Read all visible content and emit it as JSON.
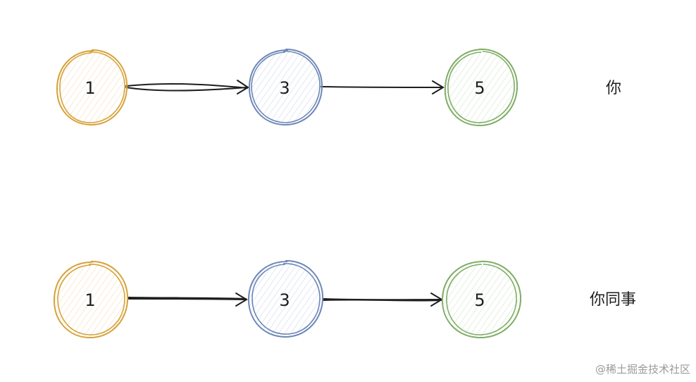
{
  "rows": [
    {
      "label": "你",
      "nodes": [
        {
          "value": "1",
          "stroke": "#d6a23a",
          "fill": "#fcefdc"
        },
        {
          "value": "3",
          "stroke": "#6d87b7",
          "fill": "#e4ebf7"
        },
        {
          "value": "5",
          "stroke": "#7fad66",
          "fill": "#e8f3e4"
        }
      ]
    },
    {
      "label": "你同事",
      "nodes": [
        {
          "value": "1",
          "stroke": "#d6a23a",
          "fill": "#fcefdc"
        },
        {
          "value": "3",
          "stroke": "#6d87b7",
          "fill": "#e4ebf7"
        },
        {
          "value": "5",
          "stroke": "#7fad66",
          "fill": "#e8f3e4"
        }
      ]
    }
  ],
  "arrow_color": "#1e1e1e",
  "watermark": "@稀土掘金技术社区"
}
